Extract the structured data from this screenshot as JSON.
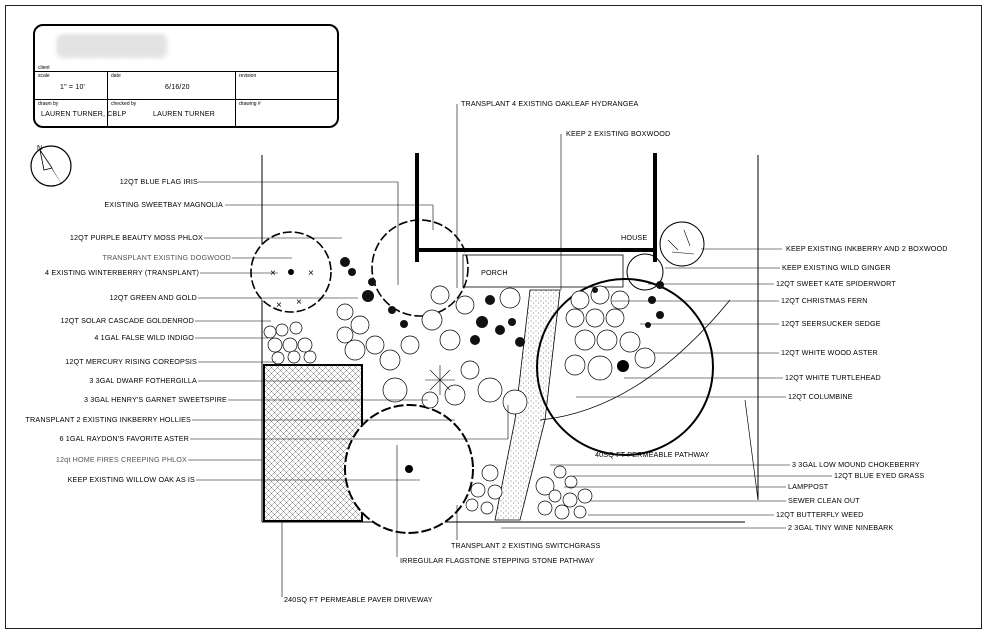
{
  "title_block": {
    "client_label": "client",
    "scale_label": "scale",
    "scale_value": "1\" = 10'",
    "date_label": "date",
    "date_value": "6/16/20",
    "revision_label": "revision",
    "drawn_by_label": "drawn by",
    "drawn_by_value": "LAUREN TURNER, CBLP",
    "checked_by_label": "checked by",
    "checked_by_value": "LAUREN TURNER",
    "drawing_label": "drawing #"
  },
  "plan": {
    "house_label": "HOUSE",
    "porch_label": "PORCH",
    "north_label": "N"
  },
  "labels_left": [
    "12QT BLUE FLAG IRIS",
    "EXISTING SWEETBAY MAGNOLIA",
    "12QT PURPLE BEAUTY MOSS PHLOX",
    "TRANSPLANT EXISTING DOGWOOD",
    "4 EXISTING WINTERBERRY (TRANSPLANT)",
    "12QT GREEN AND GOLD",
    "12QT SOLAR CASCADE GOLDENROD",
    "4 1GAL FALSE WILD INDIGO",
    "12QT MERCURY RISING COREOPSIS",
    "3 3GAL DWARF FOTHERGILLA",
    "3 3GAL HENRY'S GARNET SWEETSPIRE",
    "TRANSPLANT 2 EXISTING INKBERRY HOLLIES",
    "6 1GAL RAYDON'S FAVORITE ASTER",
    "12qt HOME FIRES CREEPING PHLOX",
    "KEEP EXISTING WILLOW OAK AS IS"
  ],
  "labels_right": [
    "KEEP EXISTING INKBERRY AND 2 BOXWOOD",
    "KEEP EXISTING WILD GINGER",
    "12QT SWEET KATE SPIDERWORT",
    "12QT CHRISTMAS FERN",
    "12QT SEERSUCKER SEDGE",
    "12QT WHITE WOOD ASTER",
    "12QT WHITE TURTLEHEAD",
    "12QT COLUMBINE",
    "3 3GAL LOW MOUND CHOKEBERRY",
    "12QT BLUE EYED GRASS",
    "LAMPPOST",
    "SEWER CLEAN OUT",
    "12QT BUTTERFLY WEED",
    "2 3GAL TINY WINE NINEBARK"
  ],
  "labels_top": [
    "TRANSPLANT 4 EXISTING OAKLEAF HYDRANGEA",
    "KEEP 2 EXISTING BOXWOOD"
  ],
  "labels_center": [
    "40SQ FT PERMEABLE PATHWAY"
  ],
  "labels_bottom": [
    "TRANSPLANT 2 EXISTING SWITCHGRASS",
    "IRREGULAR FLAGSTONE STEPPING STONE PATHWAY",
    "240SQ FT PERMEABLE PAVER DRIVEWAY"
  ]
}
